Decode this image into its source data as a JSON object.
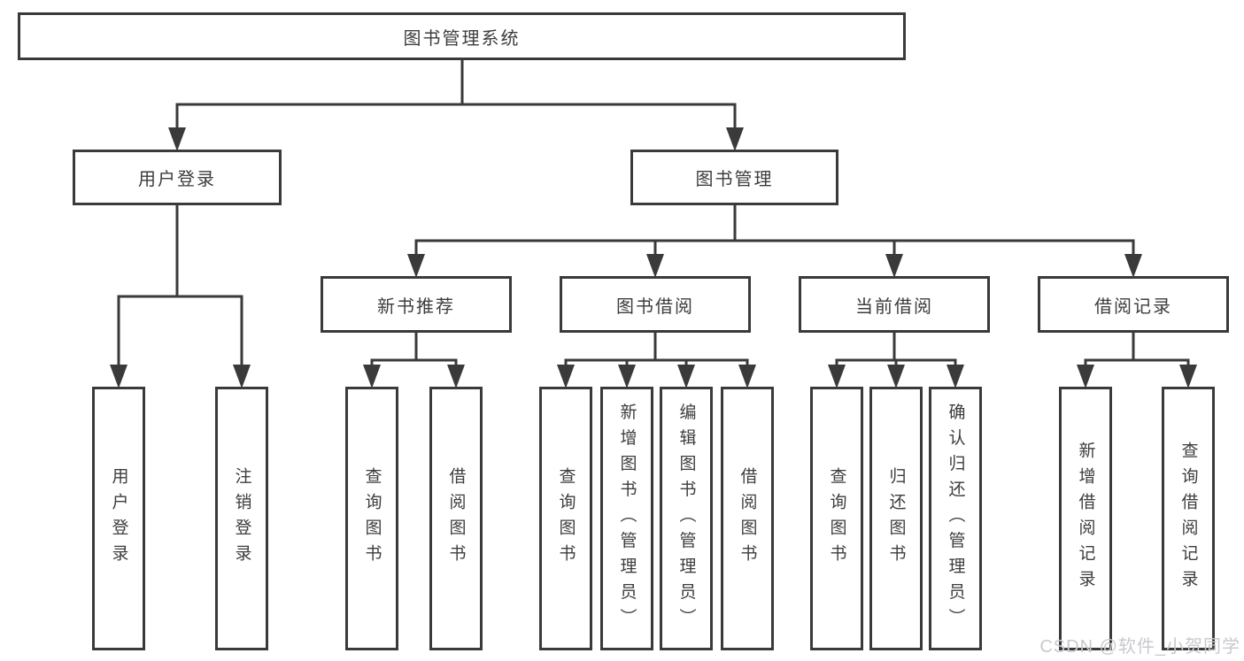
{
  "colors": {
    "line": "#3a3a3a",
    "text": "#3d3d3d",
    "box_bg": "#ffffff",
    "watermark": "#c9c9ce"
  },
  "watermark": {
    "text": "CSDN @软件_小贺同学"
  },
  "tree": {
    "root": "图书管理系统",
    "branches": [
      {
        "label": "用户登录",
        "children": [
          "用户登录",
          "注销登录"
        ]
      },
      {
        "label": "图书管理",
        "groups": [
          {
            "label": "新书推荐",
            "children": [
              "查询图书",
              "借阅图书"
            ]
          },
          {
            "label": "图书借阅",
            "children": [
              "查询图书",
              "新增图书（管理员）",
              "编辑图书（管理员）",
              "借阅图书"
            ]
          },
          {
            "label": "当前借阅",
            "children": [
              "查询图书",
              "归还图书",
              "确认归还（管理员）"
            ]
          },
          {
            "label": "借阅记录",
            "children": [
              "新增借阅记录",
              "查询借阅记录"
            ]
          }
        ]
      }
    ]
  }
}
